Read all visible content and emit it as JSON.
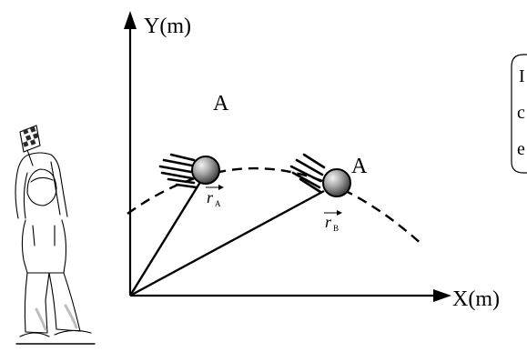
{
  "axes": {
    "y_label": "Y(m)",
    "x_label": "X(m)"
  },
  "points": {
    "first_label": "A",
    "second_label": "A"
  },
  "vectors": {
    "first": {
      "symbol": "r",
      "subscript": "A"
    },
    "second": {
      "symbol": "r",
      "subscript": "B"
    }
  },
  "note": {
    "lines": [
      "I",
      "c",
      "e"
    ]
  },
  "colors": {
    "ink": "#000000",
    "ball": "#9a9a9a",
    "ball_highlight": "#e8e8e8",
    "checkered_flag": "#2a2a2a"
  }
}
